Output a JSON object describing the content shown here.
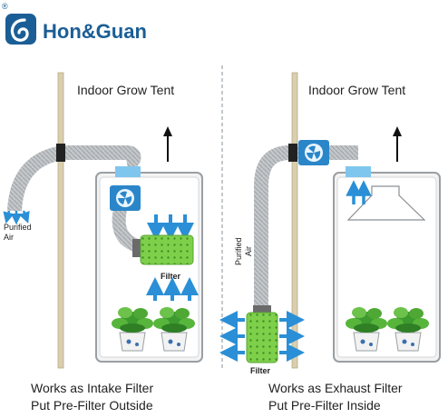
{
  "brand": {
    "registered_mark": "®",
    "name": "Hon&Guan",
    "color": "#1b5e96"
  },
  "left_panel": {
    "heading": "Indoor Grow Tent",
    "air_label_line1": "Purified",
    "air_label_line2": "Air",
    "filter_label": "Filter",
    "caption_line1": "Works as Intake Filter",
    "caption_line2": "Put Pre-Filter Outside"
  },
  "right_panel": {
    "heading": "Indoor Grow Tent",
    "air_label_line1": "Purified",
    "air_label_line2": "Air",
    "filter_label": "Filter",
    "caption_line1": "Works as Exhaust Filter",
    "caption_line2": "Put Pre-Filter Inside"
  },
  "colors": {
    "arrow_blue": "#2a8fd6",
    "fan_blue": "#2b86c9",
    "filter_green": "#7ed04b",
    "duct_gray": "#b8bcbf",
    "wall_tan": "#d9cfae",
    "divider": "#9aa4aa"
  },
  "icons": [
    "logo-icon",
    "fan-icon",
    "up-arrow-icon",
    "down-arrow-icon",
    "plant-icon"
  ]
}
